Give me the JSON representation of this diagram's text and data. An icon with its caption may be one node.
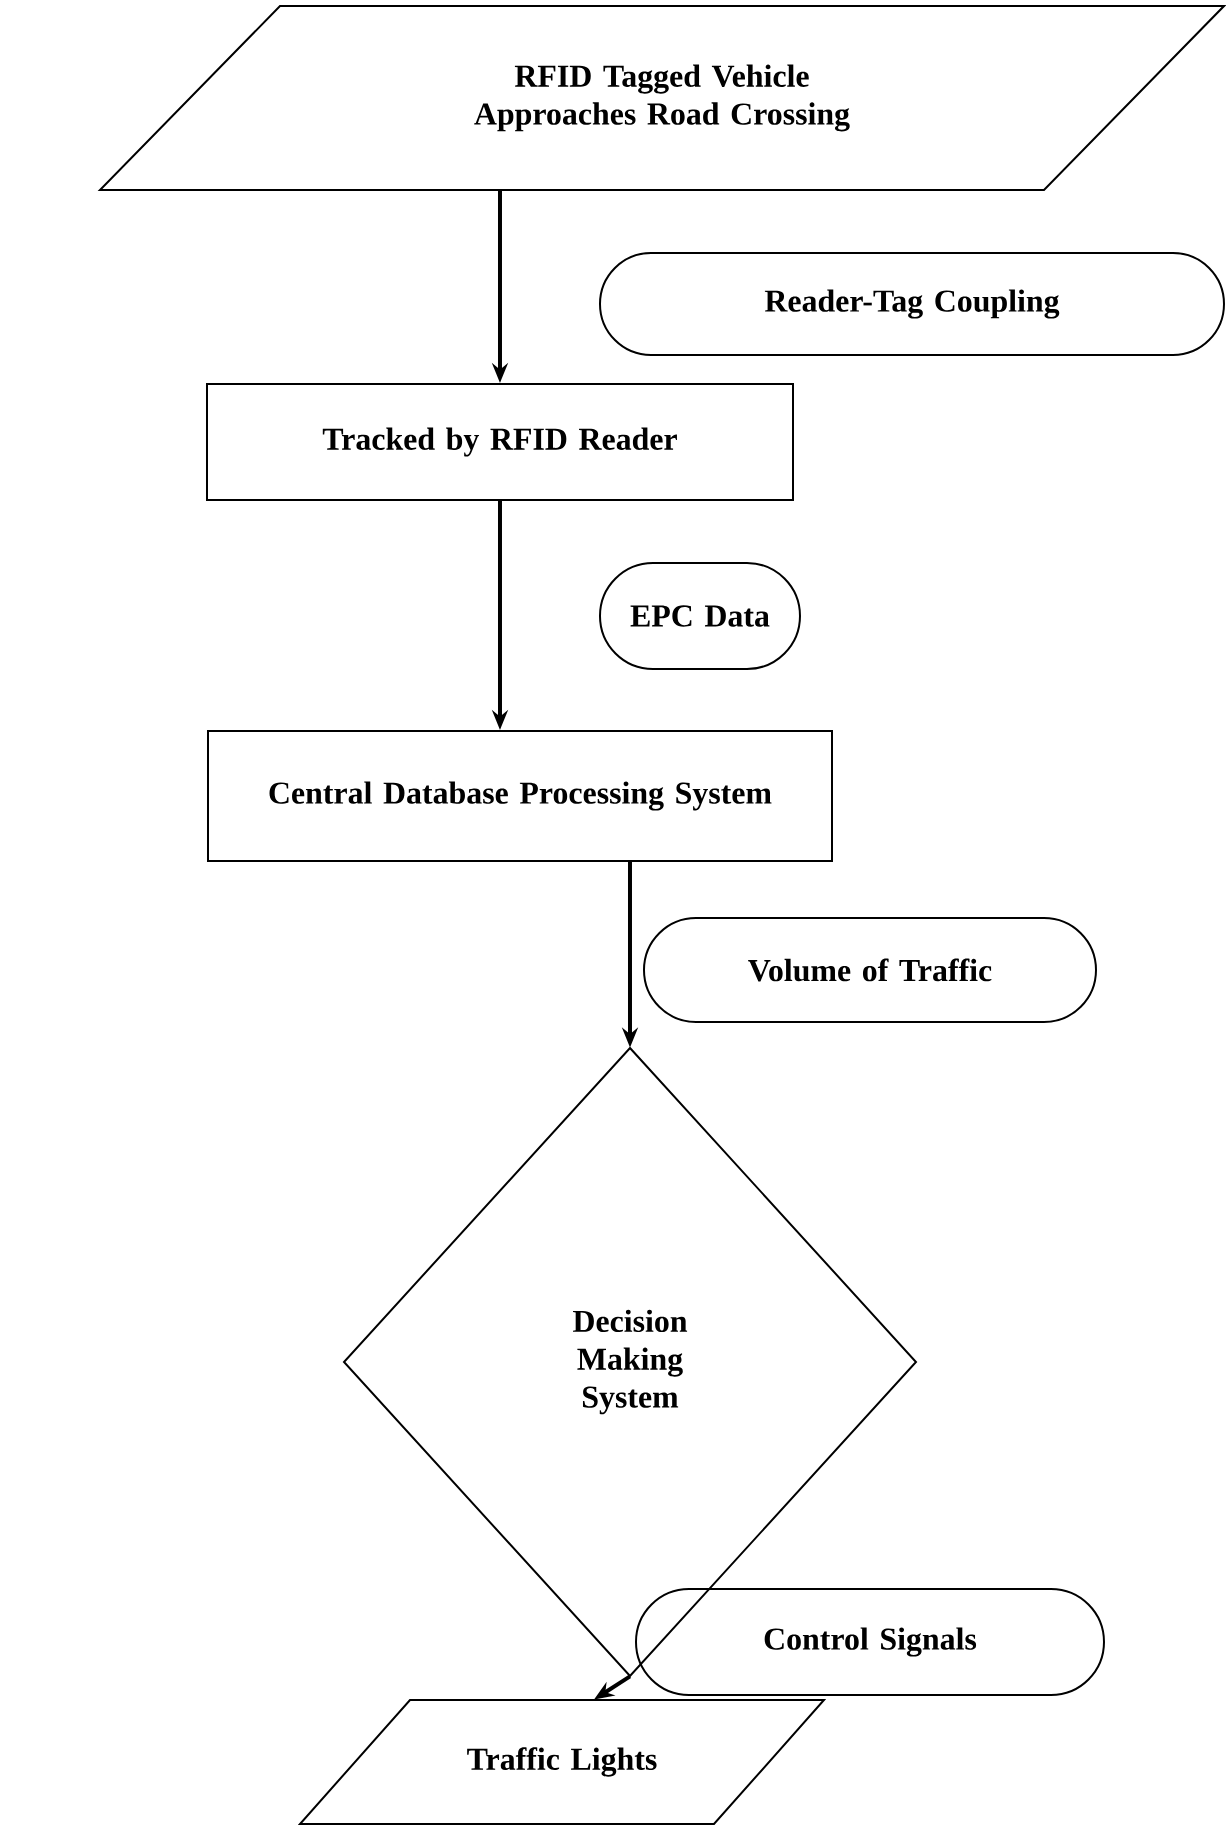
{
  "diagram": {
    "nodes": [
      {
        "text": [
          "RFID Tagged Vehicle Approaches Road Crossing"
        ]
      },
      {
        "text": [
          "Reader-Tag Coupling"
        ]
      },
      {
        "text": [
          "Tracked by RFID Reader"
        ]
      },
      {
        "text": [
          "EPC Data"
        ]
      },
      {
        "text": [
          "Central Database Processing System"
        ]
      },
      {
        "text": [
          "Volume of Traffic"
        ]
      },
      {
        "text": [
          "Decision Making System"
        ]
      },
      {
        "text": [
          "Control Signals"
        ]
      },
      {
        "text": [
          "Traffic Lights"
        ]
      }
    ],
    "edges": [
      {
        "from": 0,
        "to": 2,
        "arrow": "to"
      },
      {
        "from": 2,
        "to": 4,
        "arrow": "to"
      },
      {
        "from": 4,
        "to": 6,
        "arrow": "to"
      },
      {
        "from": 6,
        "to": 8,
        "arrow": "to"
      }
    ]
  }
}
